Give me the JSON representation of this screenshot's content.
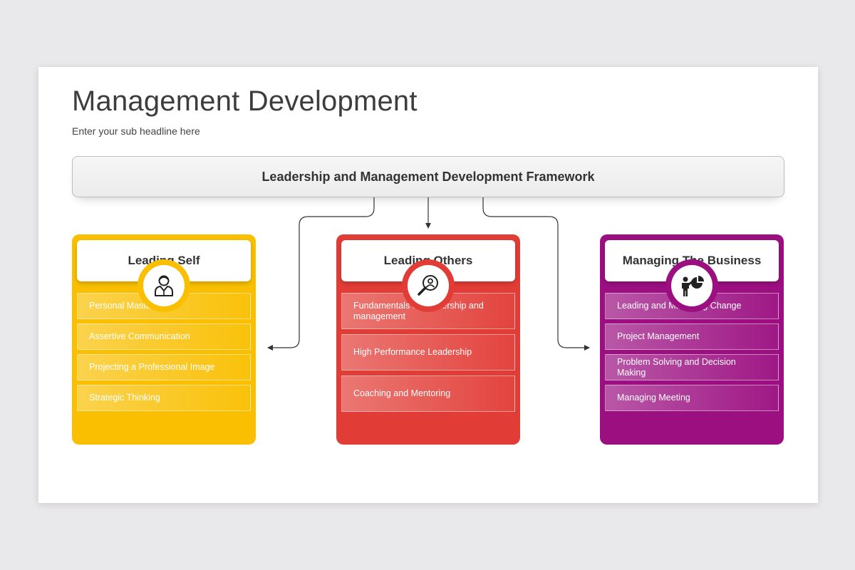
{
  "slide": {
    "title": "Management Development",
    "subtitle": "Enter your sub headline here",
    "framework": "Leadership and Management Development  Framework"
  },
  "cards": [
    {
      "title": "Leading Self",
      "color": "#f9bf00",
      "icon": "person-icon",
      "items": [
        "Personal Mastery",
        "Assertive Communication",
        "Projecting a Professional Image",
        "Strategic Thinking"
      ]
    },
    {
      "title": "Leading Others",
      "color": "#e23c36",
      "icon": "search-person-icon",
      "items": [
        "Fundamentals of Leadership and management",
        "High Performance Leadership",
        "Coaching and Mentoring"
      ]
    },
    {
      "title": "Managing The Business",
      "color": "#9b0f81",
      "icon": "presenter-chart-icon",
      "items": [
        "Leading and Managing Change",
        "Project Management",
        "Problem Solving and Decision Making",
        "Managing Meeting"
      ]
    }
  ]
}
